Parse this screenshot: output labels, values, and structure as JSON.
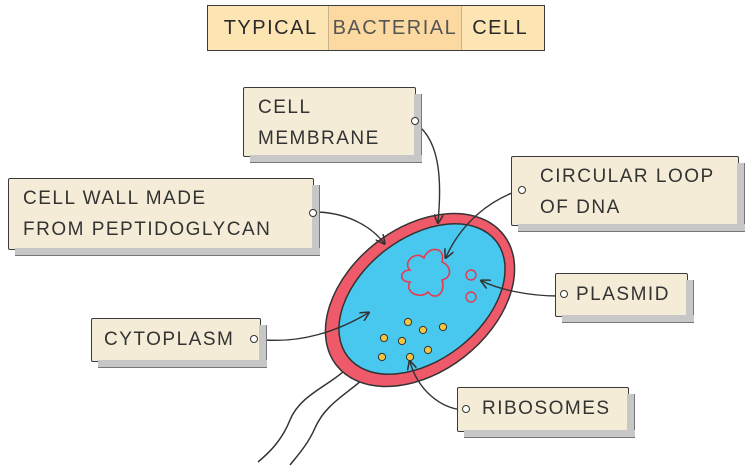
{
  "title": {
    "part1": "TYPICAL",
    "part2": "BACTERIAL",
    "part3": "CELL"
  },
  "labels": {
    "cell_membrane": [
      "CELL",
      "MEMBRANE"
    ],
    "cell_wall": [
      "CELL  WALL  MADE",
      "FROM  PEPTIDOGLYCAN"
    ],
    "dna": [
      "CIRCULAR  LOOP",
      "OF  DNA"
    ],
    "plasmid": "PLASMID",
    "cytoplasm": "CYTOPLASM",
    "ribosomes": "RIBOSOMES"
  },
  "colors": {
    "title_fill": "#fde4b3",
    "label_fill": "#f4ecd6",
    "cell_wall": "#ef5a6a",
    "cytoplasm": "#48c8ef",
    "dna": "#e8394e",
    "ribosome": "#f3c542"
  }
}
